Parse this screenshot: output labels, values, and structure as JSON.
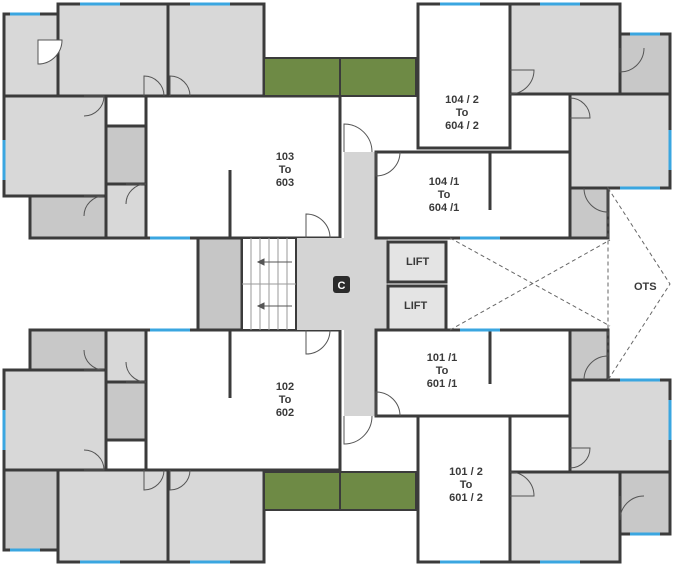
{
  "units": {
    "u103": {
      "l1": "103",
      "l2": "To",
      "l3": "603"
    },
    "u102": {
      "l1": "102",
      "l2": "To",
      "l3": "602"
    },
    "u104_2": {
      "l1": "104 / 2",
      "l2": "To",
      "l3": "604 / 2"
    },
    "u104_1": {
      "l1": "104 /1",
      "l2": "To",
      "l3": "604 /1"
    },
    "u101_1": {
      "l1": "101 /1",
      "l2": "To",
      "l3": "601 /1"
    },
    "u101_2": {
      "l1": "101 / 2",
      "l2": "To",
      "l3": "601 / 2"
    }
  },
  "lifts": [
    "LIFT",
    "LIFT"
  ],
  "core_marker": "C",
  "ots_label": "OTS",
  "colors": {
    "wall": "#3b3b3b",
    "room_fill": "#d8d8d8",
    "utility_fill": "#c8c8c8",
    "garden_fill": "#6e8a45",
    "window": "#3aa6e0",
    "corridor_fill": "#d4d4d4"
  }
}
